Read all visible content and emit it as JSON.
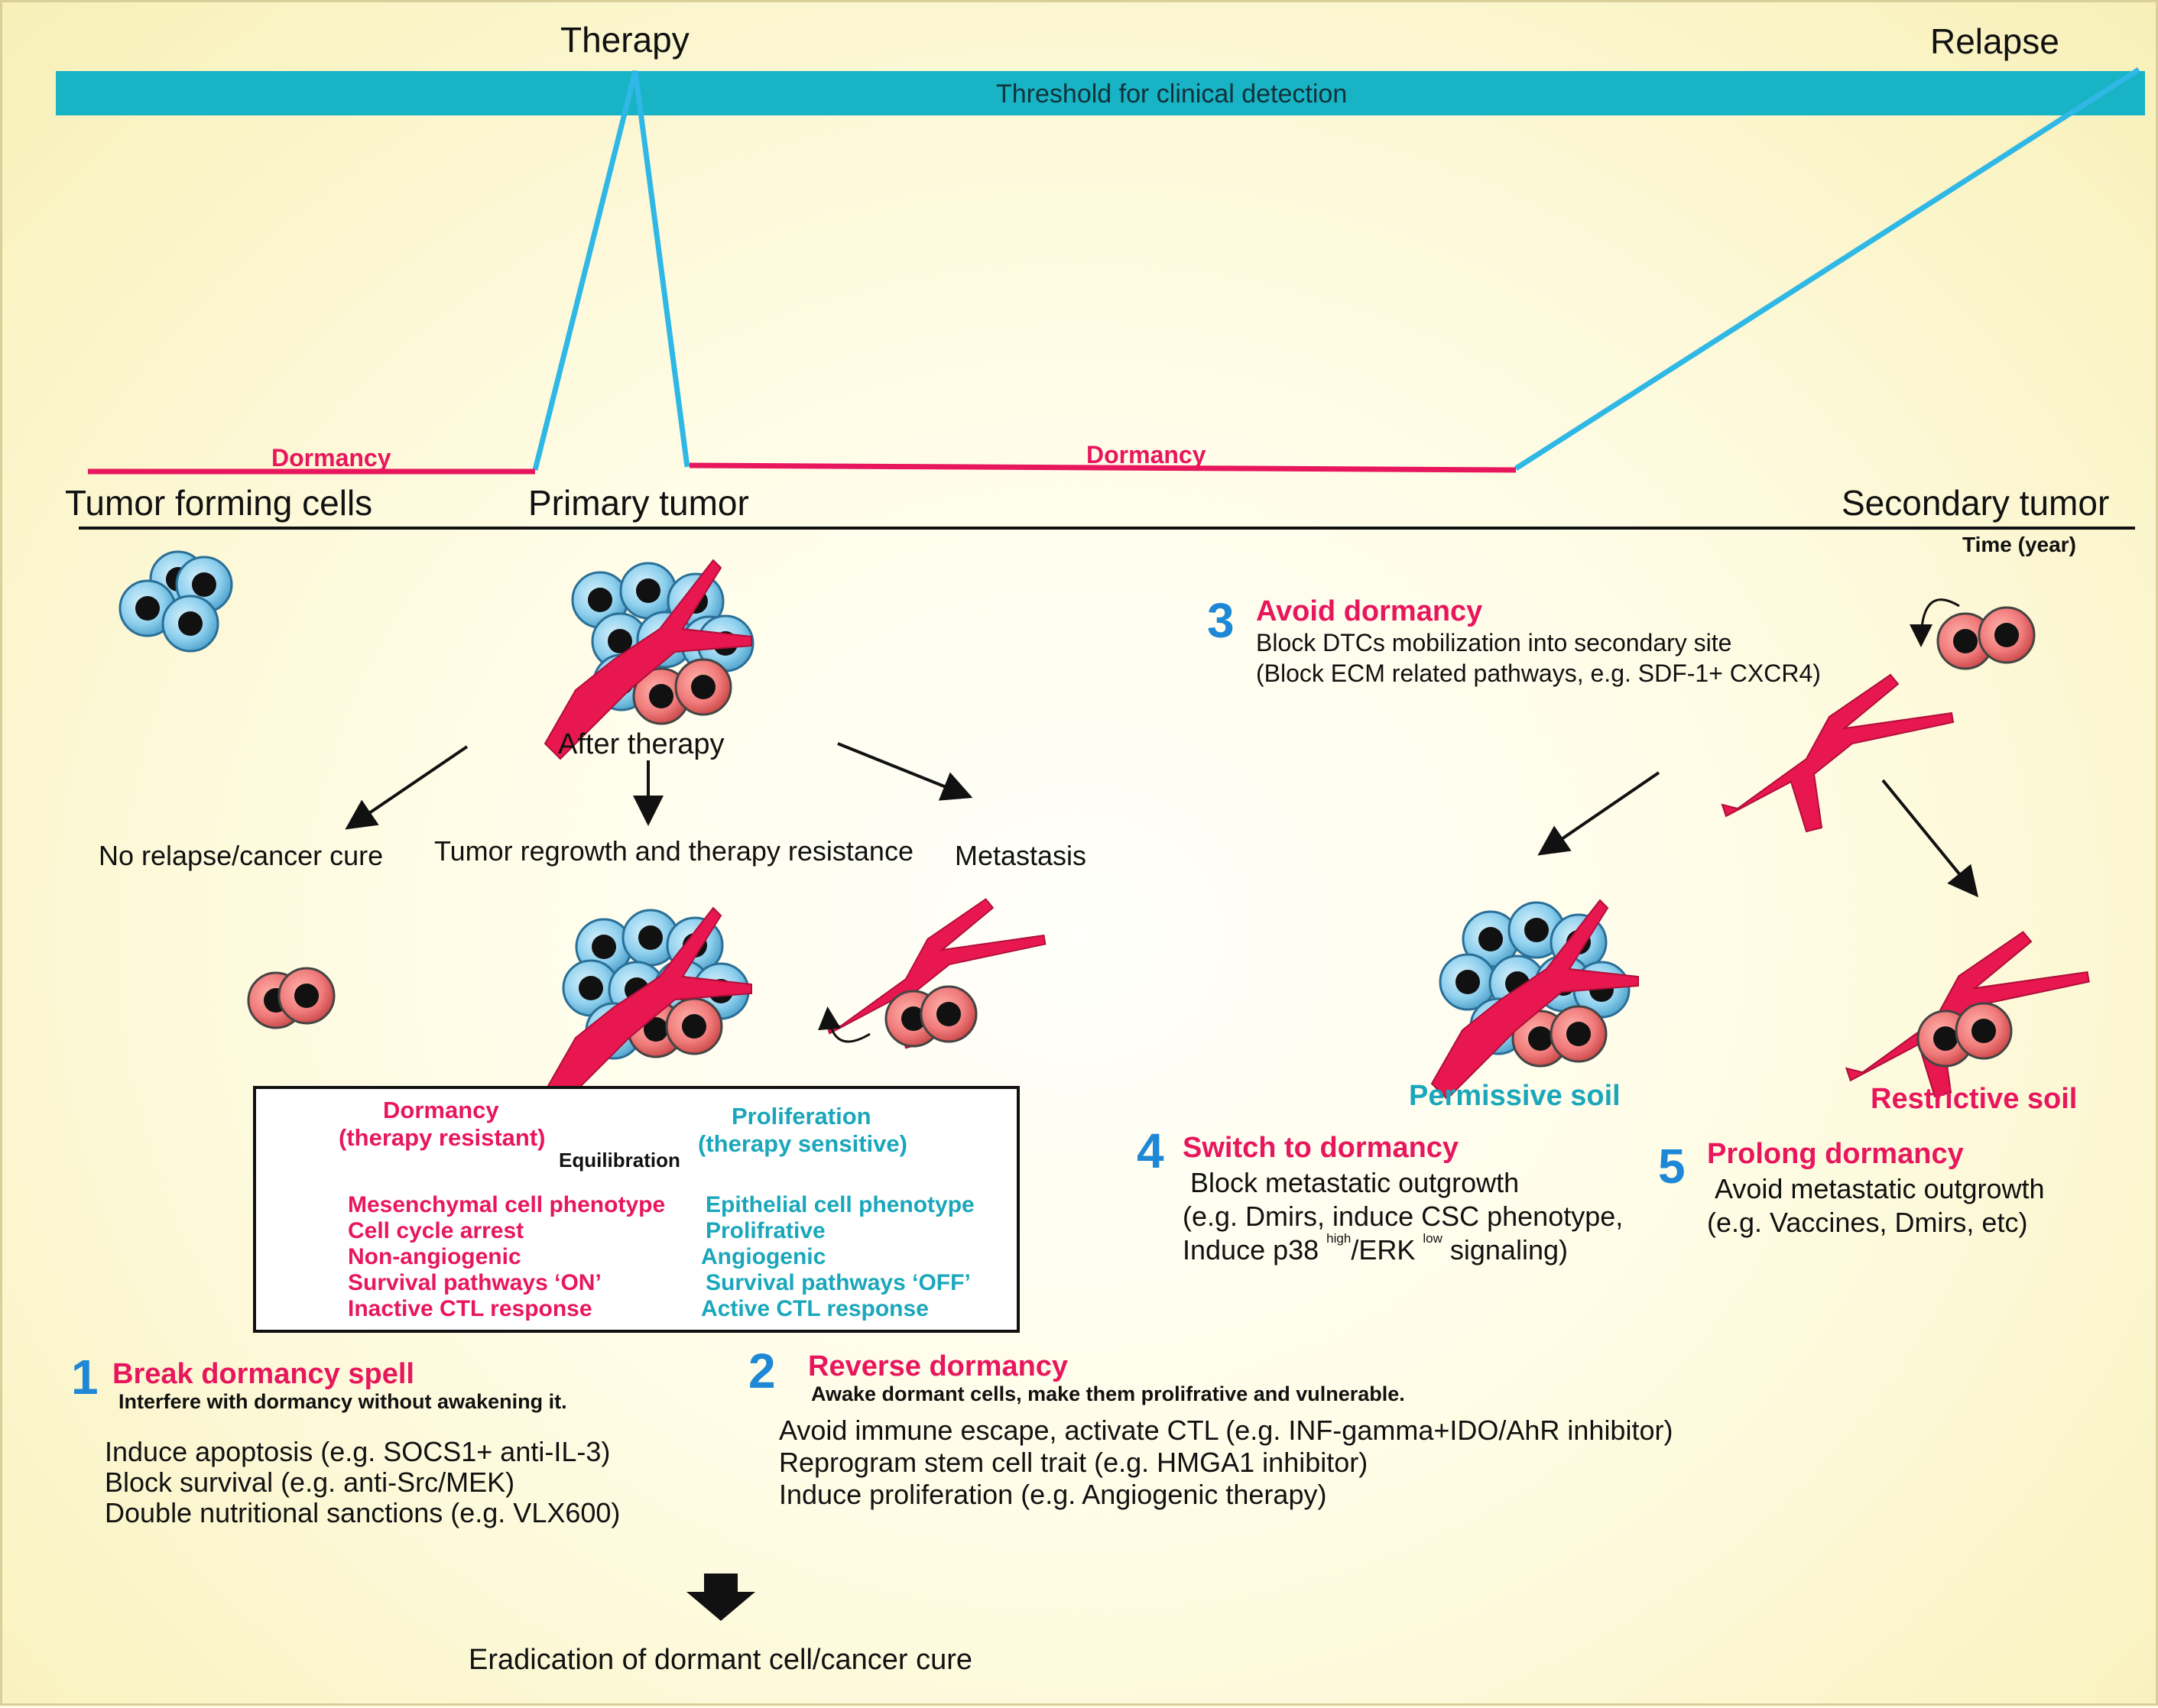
{
  "timeline": {
    "therapy_label": "Therapy",
    "relapse_label": "Relapse",
    "threshold_label": "Threshold for clinical detection",
    "dormancy_label_1": "Dormancy",
    "dormancy_label_2": "Dormancy",
    "stage_tumor_forming": "Tumor forming cells",
    "stage_primary": "Primary tumor",
    "stage_secondary": "Secondary tumor",
    "axis_label": "Time (year)"
  },
  "outcomes": {
    "after_therapy": "After therapy",
    "no_relapse": "No relapse/cancer cure",
    "regrowth": "Tumor regrowth and therapy resistance",
    "metastasis": "Metastasis"
  },
  "equilibration_box": {
    "dormancy_title_1": "Dormancy",
    "dormancy_title_2": "(therapy resistant)",
    "proliferation_title_1": "Proliferation",
    "proliferation_title_2": "(therapy sensitive)",
    "center_label": "Equilibration",
    "dormancy_traits": [
      "Mesenchymal cell phenotype",
      "Cell cycle arrest",
      "Non-angiogenic",
      "Survival  pathways ‘ON’",
      "Inactive CTL response"
    ],
    "proliferation_traits": [
      "Epithelial cell phenotype",
      "Prolifrative",
      "Angiogenic",
      "Survival pathways ‘OFF’",
      "Active CTL response"
    ]
  },
  "strategies": {
    "s1": {
      "number": "1",
      "title": "Break dormancy spell",
      "subtitle": "Interfere with dormancy without awakening it.",
      "lines": [
        "Induce apoptosis (e.g. SOCS1+ anti-IL-3)",
        "Block survival (e.g. anti-Src/MEK)",
        "Double nutritional sanctions (e.g. VLX600)"
      ]
    },
    "s2": {
      "number": "2",
      "title": "Reverse dormancy",
      "subtitle": "Awake dormant cells, make them prolifrative and vulnerable.",
      "lines": [
        "Avoid immune escape, activate CTL (e.g. INF-gamma+IDO/AhR inhibitor)",
        "Reprogram stem cell trait (e.g. HMGA1 inhibitor)",
        "Induce proliferation (e.g. Angiogenic therapy)"
      ]
    },
    "s3": {
      "number": "3",
      "title": "Avoid dormancy",
      "lines": [
        "Block DTCs mobilization into secondary site",
        "(Block ECM related pathways, e.g. SDF-1+ CXCR4)"
      ]
    },
    "s4": {
      "number": "4",
      "title": "Switch to dormancy",
      "line1": "Block metastatic outgrowth",
      "line2": "(e.g. Dmirs, induce CSC phenotype,",
      "line3_pre": "Induce p38",
      "line3_sup1": "high",
      "line3_mid": "/ERK",
      "line3_sup2": "low",
      "line3_post": "signaling)"
    },
    "s5": {
      "number": "5",
      "title": "Prolong dormancy",
      "lines": [
        "Avoid metastatic outgrowth",
        "(e.g. Vaccines, Dmirs, etc)"
      ]
    }
  },
  "soils": {
    "permissive": "Permissive soil",
    "restrictive": "Restrictive soil"
  },
  "final": {
    "outcome": "Eradication of dormant cell/cancer cure"
  },
  "colors": {
    "banner": "#18b3c4",
    "therapy_line": "#2fb8e6",
    "dormancy_line": "#e8175d",
    "dormant_cell": "#f07b7b",
    "proliferating_cell": "#8fd0ee",
    "vessel": "#e8174f",
    "accent_blue": "#1e88d6"
  }
}
